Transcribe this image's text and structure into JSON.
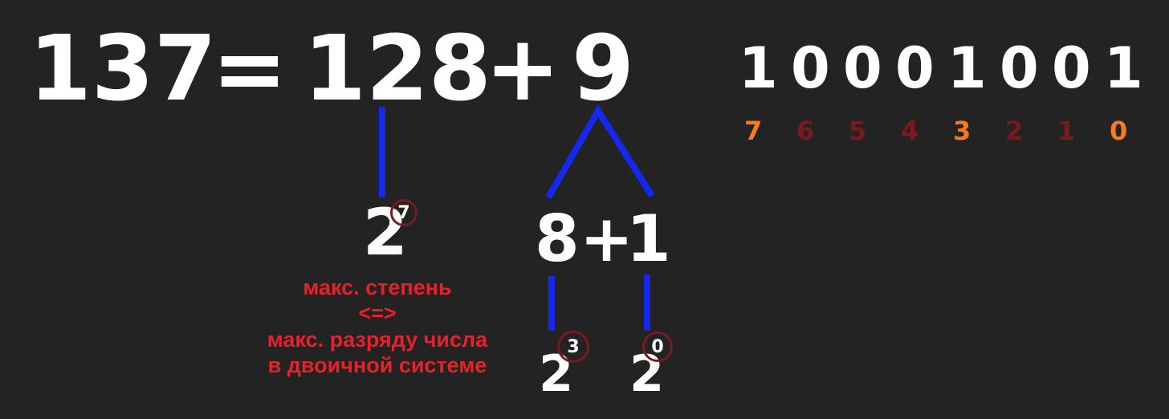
{
  "equation": {
    "total": "137",
    "equals": "=",
    "part_a": "128",
    "plus": "+",
    "part_b": "9"
  },
  "binary": {
    "bits": [
      "1",
      "0",
      "0",
      "0",
      "1",
      "0",
      "0",
      "1"
    ],
    "positions": [
      "7",
      "6",
      "5",
      "4",
      "3",
      "2",
      "1",
      "0"
    ],
    "position_colors": [
      "#f47b20",
      "#7a1a1f",
      "#7a1a1f",
      "#7a1a1f",
      "#f47b20",
      "#7a1a1f",
      "#7a1a1f",
      "#f47b20"
    ]
  },
  "power_128": {
    "base": "2",
    "exponent": "7"
  },
  "split_9": {
    "a": "8",
    "plus": "+",
    "b": "1"
  },
  "power_8": {
    "base": "2",
    "exponent": "3"
  },
  "power_1": {
    "base": "2",
    "exponent": "0"
  },
  "note": {
    "line1": "макс. степень",
    "line2": "<=>",
    "line3": "макс. разряду числа",
    "line4": "в двоичной системе"
  },
  "colors": {
    "background": "#232323",
    "connector": "#1428f0",
    "note": "#e8202a",
    "exponent_ring": "#7a1a1f",
    "highlight_position": "#f47b20",
    "muted_position": "#7a1a1f"
  }
}
